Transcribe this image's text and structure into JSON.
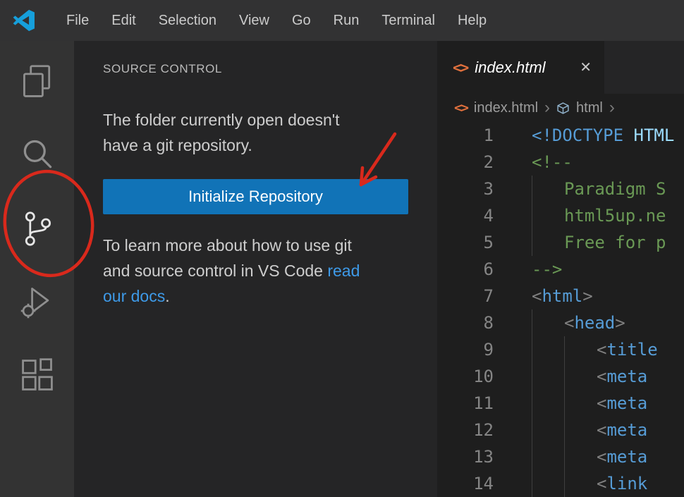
{
  "title_bar": {
    "menu_items": [
      "File",
      "Edit",
      "Selection",
      "View",
      "Go",
      "Run",
      "Terminal",
      "Help"
    ],
    "logo_icon": "vscode-logo"
  },
  "activity_bar": {
    "items": [
      {
        "id": "explorer",
        "icon": "files-icon",
        "active": false
      },
      {
        "id": "search",
        "icon": "search-icon",
        "active": false
      },
      {
        "id": "source-control",
        "icon": "source-control-branch-icon",
        "active": true
      },
      {
        "id": "run-and-debug",
        "icon": "run-debug-icon",
        "active": false
      },
      {
        "id": "extensions",
        "icon": "extensions-icon",
        "active": false
      }
    ]
  },
  "side_panel": {
    "title": "SOURCE CONTROL",
    "message": "The folder currently open doesn't have a git repository.",
    "button_label": "Initialize Repository",
    "help_text": "To learn more about how to use git and source control in VS Code ",
    "help_link_text": "read our docs",
    "help_suffix": "."
  },
  "editor": {
    "html_icon_glyph": "<>",
    "tab": {
      "label": "index.html",
      "close_glyph": "✕"
    },
    "breadcrumb": {
      "chevron": "›",
      "segments": [
        {
          "label": "index.html",
          "icon": "html-file-icon"
        },
        {
          "label": "html",
          "icon": "symbol-cube-icon"
        }
      ]
    },
    "code_lines": [
      {
        "num": "1",
        "indent": 0,
        "tokens": [
          {
            "t": "<!DOCTYPE",
            "c": "kw"
          },
          {
            "t": " HTML",
            "c": "lb"
          }
        ]
      },
      {
        "num": "2",
        "indent": 0,
        "tokens": [
          {
            "t": "<!--",
            "c": "cm"
          }
        ]
      },
      {
        "num": "3",
        "indent": 1,
        "tokens": [
          {
            "t": "Paradigm S",
            "c": "cm"
          }
        ]
      },
      {
        "num": "4",
        "indent": 1,
        "tokens": [
          {
            "t": "html5up.ne",
            "c": "cm"
          }
        ]
      },
      {
        "num": "5",
        "indent": 1,
        "tokens": [
          {
            "t": "Free for p",
            "c": "cm"
          }
        ]
      },
      {
        "num": "6",
        "indent": 0,
        "tokens": [
          {
            "t": "-->",
            "c": "cm"
          }
        ]
      },
      {
        "num": "7",
        "indent": 0,
        "tokens": [
          {
            "t": "<",
            "c": "pu"
          },
          {
            "t": "html",
            "c": "kw"
          },
          {
            "t": ">",
            "c": "pu"
          }
        ]
      },
      {
        "num": "8",
        "indent": 1,
        "tokens": [
          {
            "t": "<",
            "c": "pu"
          },
          {
            "t": "head",
            "c": "kw"
          },
          {
            "t": ">",
            "c": "pu"
          }
        ]
      },
      {
        "num": "9",
        "indent": 2,
        "tokens": [
          {
            "t": "<",
            "c": "pu"
          },
          {
            "t": "title",
            "c": "kw"
          }
        ]
      },
      {
        "num": "10",
        "indent": 2,
        "tokens": [
          {
            "t": "<",
            "c": "pu"
          },
          {
            "t": "meta",
            "c": "kw"
          }
        ]
      },
      {
        "num": "11",
        "indent": 2,
        "tokens": [
          {
            "t": "<",
            "c": "pu"
          },
          {
            "t": "meta",
            "c": "kw"
          }
        ]
      },
      {
        "num": "12",
        "indent": 2,
        "tokens": [
          {
            "t": "<",
            "c": "pu"
          },
          {
            "t": "meta",
            "c": "kw"
          }
        ]
      },
      {
        "num": "13",
        "indent": 2,
        "tokens": [
          {
            "t": "<",
            "c": "pu"
          },
          {
            "t": "meta",
            "c": "kw"
          }
        ]
      },
      {
        "num": "14",
        "indent": 2,
        "tokens": [
          {
            "t": "<",
            "c": "pu"
          },
          {
            "t": "link",
            "c": "kw"
          }
        ]
      }
    ]
  },
  "annotations": {
    "circle_target": "source-control-activity-icon",
    "arrow_target": "initialize-repository-button",
    "color": "#d9291c"
  },
  "colors": {
    "title_bar_bg": "#323233",
    "activity_bar_bg": "#333333",
    "side_panel_bg": "#252526",
    "editor_bg": "#1e1e1e",
    "button_bg": "#1173b7",
    "link": "#3e9ae8",
    "keyword_blue": "#569cd6",
    "comment_green": "#6a9955",
    "annotation_red": "#d9291c",
    "html_icon_orange": "#e0703d"
  }
}
